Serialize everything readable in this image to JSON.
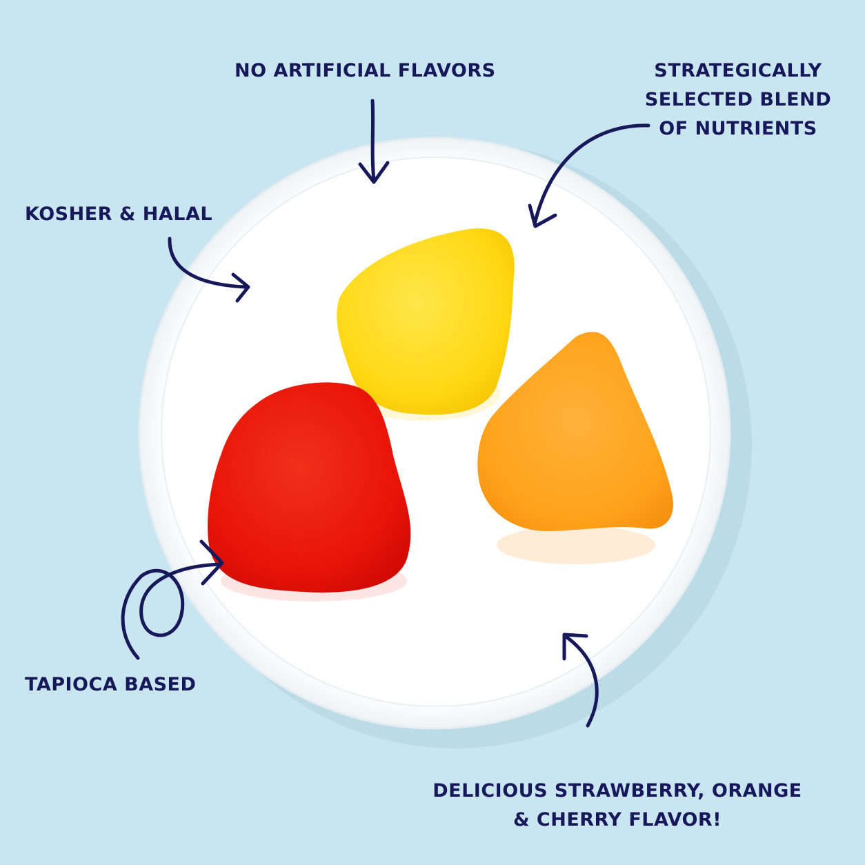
{
  "labels": {
    "top": "NO ARTIFICIAL FLAVORS",
    "top_right": [
      "STRATEGICALLY",
      "SELECTED BLEND",
      "OF NUTRIENTS"
    ],
    "left": "KOSHER & HALAL",
    "bottom_left": "TAPIOCA BASED",
    "bottom_right": [
      "DELICIOUS STRAWBERRY, ORANGE",
      "& CHERRY FLAVOR!"
    ]
  },
  "gummies": [
    {
      "name": "yellow-gummy",
      "color": "#ffd814"
    },
    {
      "name": "red-gummy",
      "color": "#e81408"
    },
    {
      "name": "orange-gummy",
      "color": "#ffa21a"
    }
  ],
  "colors": {
    "background": "#c9e6f0",
    "plate": "#ffffff",
    "ink": "#16185a"
  }
}
